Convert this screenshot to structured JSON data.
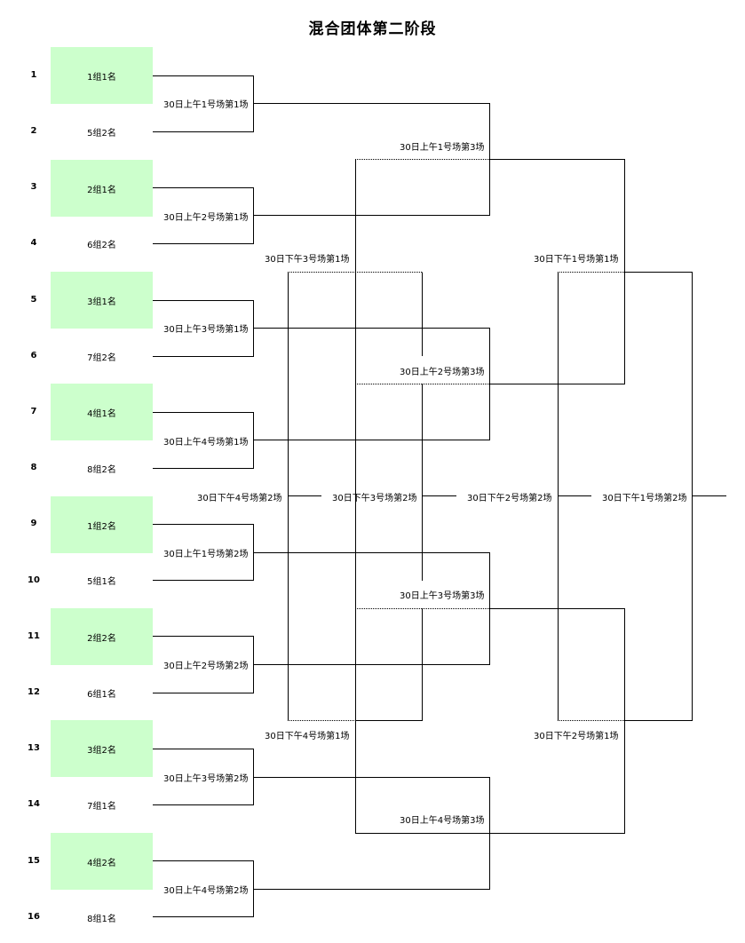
{
  "title": "混合团体第二阶段",
  "seeds": [
    {
      "num": "1",
      "team": "1组1名",
      "highlight": true
    },
    {
      "num": "2",
      "team": "5组2名",
      "highlight": false
    },
    {
      "num": "3",
      "team": "2组1名",
      "highlight": true
    },
    {
      "num": "4",
      "team": "6组2名",
      "highlight": false
    },
    {
      "num": "5",
      "team": "3组1名",
      "highlight": true
    },
    {
      "num": "6",
      "team": "7组2名",
      "highlight": false
    },
    {
      "num": "7",
      "team": "4组1名",
      "highlight": true
    },
    {
      "num": "8",
      "team": "8组2名",
      "highlight": false
    },
    {
      "num": "9",
      "team": "1组2名",
      "highlight": true
    },
    {
      "num": "10",
      "team": "5组1名",
      "highlight": false
    },
    {
      "num": "11",
      "team": "2组2名",
      "highlight": true
    },
    {
      "num": "12",
      "team": "6组1名",
      "highlight": false
    },
    {
      "num": "13",
      "team": "3组2名",
      "highlight": true
    },
    {
      "num": "14",
      "team": "7组1名",
      "highlight": false
    },
    {
      "num": "15",
      "team": "4组2名",
      "highlight": true
    },
    {
      "num": "16",
      "team": "8组1名",
      "highlight": false
    }
  ],
  "matches": {
    "r1": [
      "30日上午1号场第1场",
      "30日上午2号场第1场",
      "30日上午3号场第1场",
      "30日上午4号场第1场",
      "30日上午1号场第2场",
      "30日上午2号场第2场",
      "30日上午3号场第2场",
      "30日上午4号场第2场"
    ],
    "r2": [
      "30日上午1号场第3场",
      "30日上午2号场第3场",
      "30日上午3号场第3场",
      "30日上午4号场第3场"
    ],
    "r3top": [
      "30日下午3号场第1场",
      "30日下午1号场第1场"
    ],
    "r3bottom": [
      "30日下午4号场第1场",
      "30日下午2号场第1场"
    ],
    "place": [
      "30日下午4号场第2场",
      "30日下午3号场第2场",
      "30日下午2号场第2场",
      "30日下午1号场第2场"
    ]
  }
}
